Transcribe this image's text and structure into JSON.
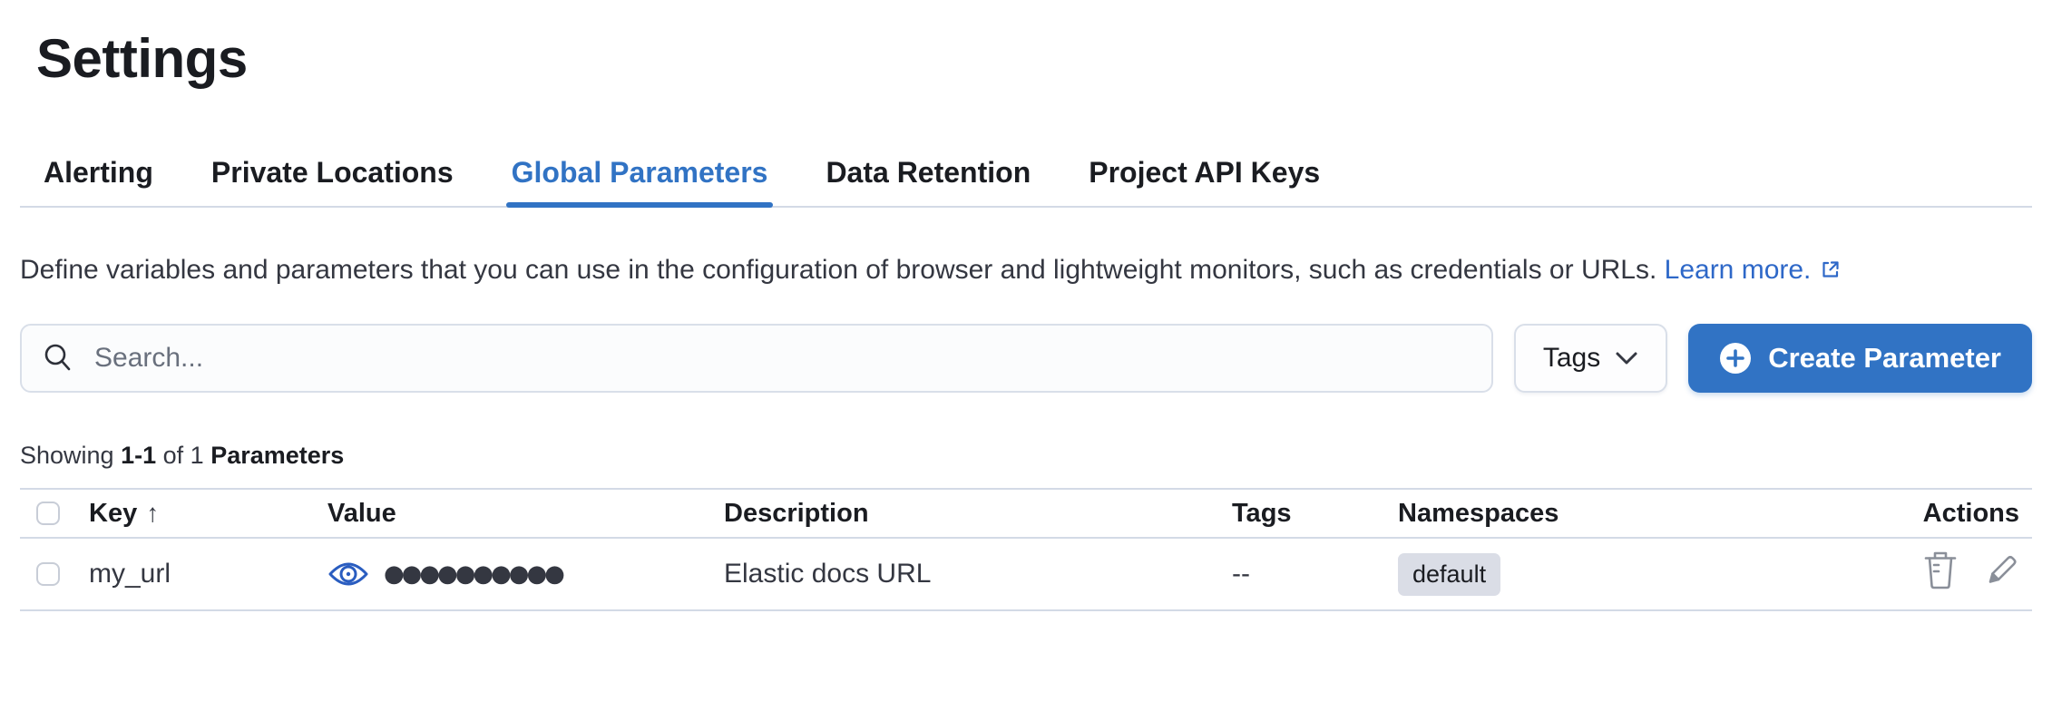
{
  "page": {
    "title": "Settings"
  },
  "tabs": [
    {
      "label": "Alerting",
      "selected": false
    },
    {
      "label": "Private Locations",
      "selected": false
    },
    {
      "label": "Global Parameters",
      "selected": true
    },
    {
      "label": "Data Retention",
      "selected": false
    },
    {
      "label": "Project API Keys",
      "selected": false
    }
  ],
  "description": {
    "text": "Define variables and parameters that you can use in the configuration of browser and lightweight monitors, such as credentials or URLs.",
    "link_label": "Learn more."
  },
  "toolbar": {
    "search_placeholder": "Search...",
    "tags_button_label": "Tags",
    "create_button_label": "Create Parameter"
  },
  "summary": {
    "prefix": "Showing",
    "range": "1-1",
    "of": "of 1",
    "entity": "Parameters"
  },
  "table": {
    "columns": [
      "Key",
      "Value",
      "Description",
      "Tags",
      "Namespaces",
      "Actions"
    ],
    "sort_column": "Key",
    "sort_direction": "ascending",
    "rows": [
      {
        "key": "my_url",
        "value_masked": "●●●●●●●●●●",
        "description": "Elastic docs URL",
        "tags": "--",
        "namespace_badge": "default"
      }
    ]
  },
  "icons": {
    "search": "magnifier",
    "tags_chevron": "chevron-down",
    "create_plus": "plus-in-circle",
    "external_link": "external-link",
    "sort_ascending": "↑",
    "value_reveal": "eye",
    "delete": "trash",
    "edit": "pencil"
  },
  "colors": {
    "accent_blue": "#3173c4",
    "link_blue": "#2e68c8",
    "text_primary": "#1a1c21",
    "text_body": "#343741",
    "border_gray": "#d3dae6",
    "badge_background": "#dadde6",
    "eye_icon_blue": "#2a5dc0",
    "action_icon_gray": "#8a8f99"
  }
}
